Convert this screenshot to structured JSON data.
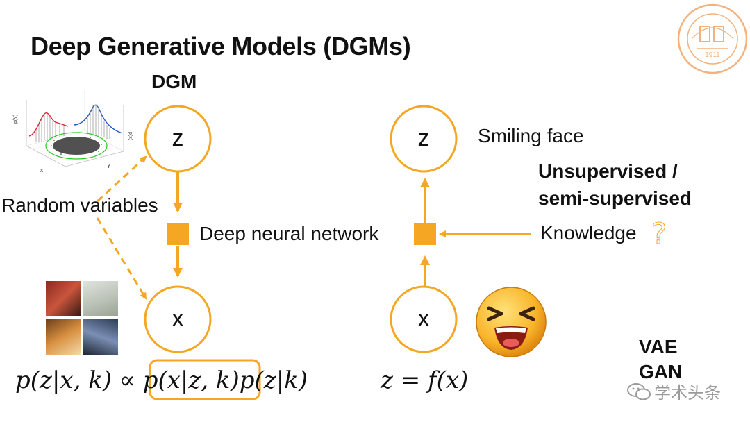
{
  "slide": {
    "title": "Deep Generative Models (DGMs)",
    "dgm_label": "DGM",
    "left_graph": {
      "top_node": "z",
      "bottom_node": "x"
    },
    "right_graph": {
      "top_node": "z",
      "bottom_node": "x"
    },
    "random_variables": "Random variables",
    "deep_neural_network": "Deep neural network",
    "smiling_face": "Smiling face",
    "unsupervised": "Unsupervised /",
    "semi_supervised": "semi-supervised",
    "knowledge": "Knowledge",
    "question_mark": "?",
    "vae": "VAE",
    "gan": "GAN",
    "formula_left_a": "p(z|x, k) ∝ ",
    "formula_left_box": "p(x|z, k)",
    "formula_left_b": "p(z|k)",
    "formula_right": "z = f(x)",
    "watermark": "学术头条",
    "logo_year": "1911",
    "plot_axes": {
      "z_label": "p(Y)",
      "right_label": "p(x)",
      "x_label": "x",
      "y_label": "Y"
    }
  },
  "colors": {
    "accent": "#f5a623",
    "text": "#111111",
    "logo": "#f3b27d"
  }
}
